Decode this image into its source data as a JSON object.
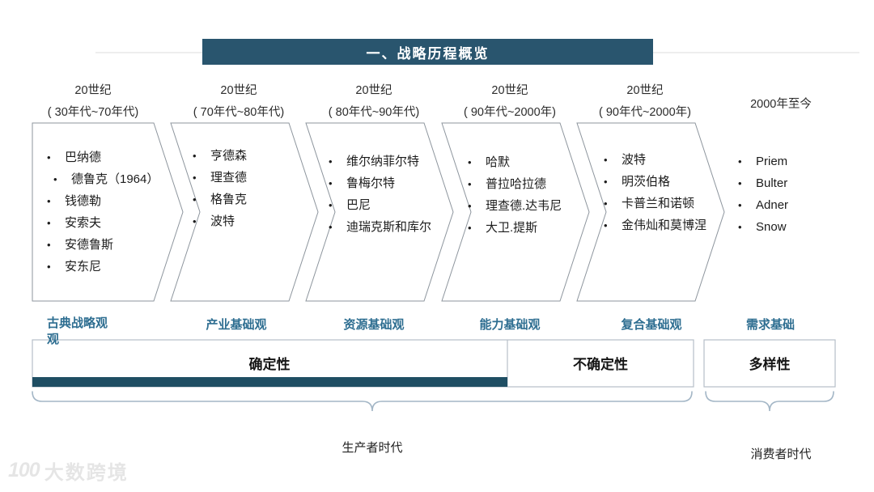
{
  "title": "一、战略历程概览",
  "columns": [
    {
      "period_line1": "20世纪",
      "period_line2": "( 30年代~70年代)",
      "label": "古典战略观观",
      "items": [
        "巴纳德",
        "德鲁克（1964）",
        "钱德勒",
        "安索夫",
        "安德鲁斯",
        "安东尼"
      ]
    },
    {
      "period_line1": "20世纪",
      "period_line2": "( 70年代~80年代)",
      "label": "产业基础观",
      "items": [
        "亨德森",
        "理查德",
        "格鲁克",
        "波特"
      ]
    },
    {
      "period_line1": "20世纪",
      "period_line2": "( 80年代~90年代)",
      "label": "资源基础观",
      "items": [
        "维尔纳菲尔特",
        "鲁梅尔特",
        "巴尼",
        "迪瑞克斯和库尔"
      ]
    },
    {
      "period_line1": "20世纪",
      "period_line2": "( 90年代~2000年)",
      "label": "能力基础观",
      "items": [
        "哈默",
        "普拉哈拉德",
        "理查德.达韦尼",
        "大卫.提斯"
      ]
    },
    {
      "period_line1": "20世纪",
      "period_line2": "( 90年代~2000年)",
      "label": "复合基础观",
      "items": [
        "波特",
        "明茨伯格",
        "卡普兰和诺顿",
        "金伟灿和莫博涅"
      ]
    },
    {
      "period_line1": "2000年至今",
      "period_line2": "",
      "label": "需求基础",
      "items": [
        "Priem",
        "Bulter",
        "Adner",
        "Snow"
      ]
    }
  ],
  "bands": {
    "certainty": "确定性",
    "uncertainty": "不确定性",
    "diversity": "多样性"
  },
  "eras": {
    "producer": "生产者时代",
    "consumer": "消费者时代"
  },
  "watermark": {
    "logo": "100",
    "text": "大数跨境"
  },
  "colors": {
    "banner": "#29556e",
    "certainty_bar": "#1f4e63",
    "view_label_blue": "#2e6e91",
    "shape_border": "#8d959d",
    "brace": "#a3b6c6"
  }
}
